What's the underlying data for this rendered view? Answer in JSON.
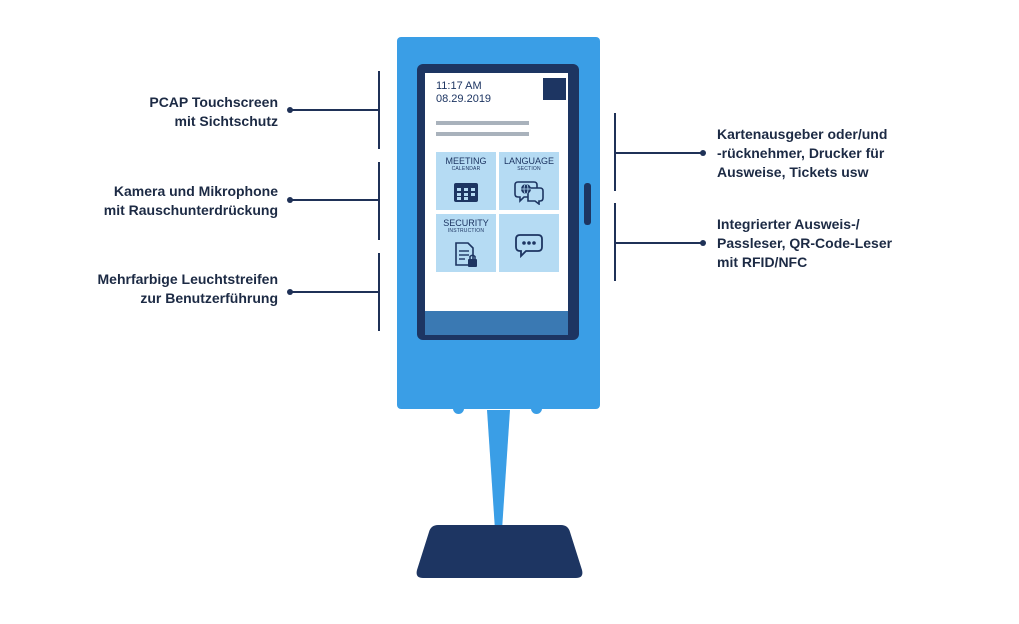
{
  "left_labels": [
    {
      "lines": [
        "PCAP Touchscreen",
        "mit Sichtschutz"
      ]
    },
    {
      "lines": [
        "Kamera und Mikrophone",
        "mit Rauschunterdrückung"
      ]
    },
    {
      "lines": [
        "Mehrfarbige Leuchtstreifen",
        "zur Benutzerführung"
      ]
    }
  ],
  "right_labels": [
    {
      "lines": [
        "Kartenausgeber oder/und",
        "-rücknehmer, Drucker für",
        "Ausweise, Tickets usw"
      ]
    },
    {
      "lines": [
        "Integrierter Ausweis-/",
        "Passleser, QR-Code-Leser",
        "mit RFID/NFC"
      ]
    }
  ],
  "screen": {
    "time": "11:17 AM",
    "date": "08.29.2019",
    "tiles": [
      {
        "title": "MEETING",
        "subtitle": "CALENDAR",
        "icon": "calendar-icon"
      },
      {
        "title": "LANGUAGE",
        "subtitle": "SECTION",
        "icon": "globe-chat-icon"
      },
      {
        "title": "SECURITY",
        "subtitle": "INSTRUCTION",
        "icon": "document-lock-icon"
      },
      {
        "title": "",
        "subtitle": "",
        "icon": "chat-bubble-icon"
      }
    ]
  },
  "colors": {
    "kiosk_blue": "#3a9ee6",
    "navy": "#1d3562",
    "tile_bg": "#b5dbf3",
    "line": "#1f3157"
  }
}
